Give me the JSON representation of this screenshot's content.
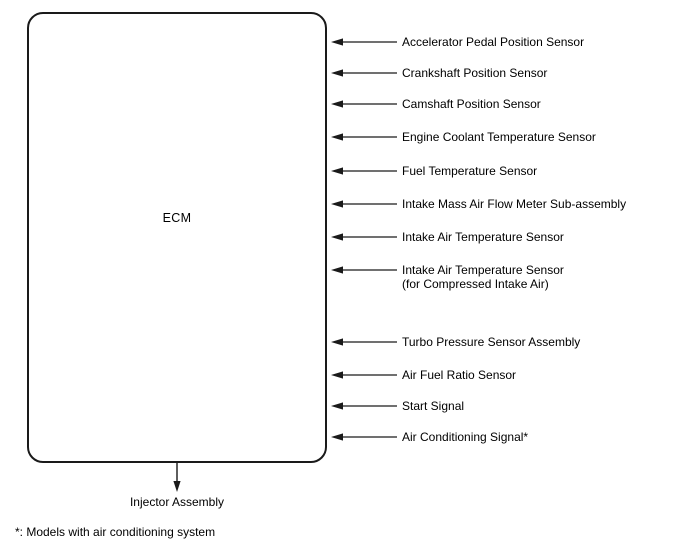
{
  "diagram": {
    "ecm_label": "ECM",
    "inputs": [
      {
        "label": "Accelerator Pedal Position Sensor"
      },
      {
        "label": "Crankshaft Position Sensor"
      },
      {
        "label": "Camshaft Position Sensor"
      },
      {
        "label": "Engine Coolant Temperature Sensor"
      },
      {
        "label": "Fuel Temperature Sensor"
      },
      {
        "label": "Intake Mass Air Flow Meter Sub-assembly"
      },
      {
        "label": "Intake Air Temperature Sensor"
      },
      {
        "label": "Intake Air Temperature Sensor",
        "label2": "(for Compressed Intake Air)"
      },
      {
        "label": "Turbo Pressure Sensor Assembly"
      },
      {
        "label": "Air Fuel Ratio Sensor"
      },
      {
        "label": "Start Signal"
      },
      {
        "label": "Air Conditioning Signal*"
      }
    ],
    "output": {
      "label": "Injector Assembly"
    },
    "footnote": "*: Models with air conditioning system",
    "colors": {
      "line": "#1a1a1a",
      "text": "#000000",
      "background": "#ffffff"
    }
  }
}
